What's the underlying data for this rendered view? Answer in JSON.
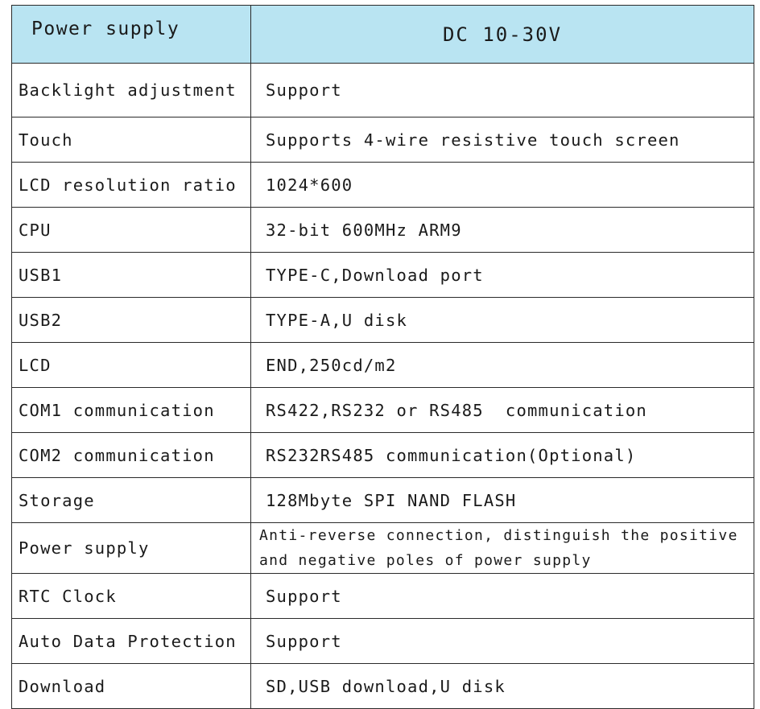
{
  "table": {
    "header": {
      "label": "Power supply",
      "value": "DC 10-30V"
    },
    "rows": [
      {
        "label": "Backlight adjustment",
        "value": "Support"
      },
      {
        "label": "Touch",
        "value": "Supports 4-wire resistive touch screen"
      },
      {
        "label": "LCD resolution ratio",
        "value": "1024*600"
      },
      {
        "label": "CPU",
        "value": "32-bit 600MHz ARM9"
      },
      {
        "label": "USB1",
        "value": "TYPE-C,Download port"
      },
      {
        "label": "USB2",
        "value": "TYPE-A,U disk"
      },
      {
        "label": "LCD",
        "value": "END,250cd/m2"
      },
      {
        "label": "COM1 communication",
        "value": "RS422,RS232 or RS485  communication"
      },
      {
        "label": "COM2 communication",
        "value": "RS232RS485 communication(Optional)"
      },
      {
        "label": "Storage",
        "value": "128Mbyte SPI NAND FLASH"
      },
      {
        "label": "Power supply",
        "value_line1": "Anti-reverse connection, distinguish the positive",
        "value_line2": "and negative poles of power supply"
      },
      {
        "label": "RTC Clock",
        "value": "Support"
      },
      {
        "label": "Auto Data Protection",
        "value": "Support"
      },
      {
        "label": "Download",
        "value": "SD,USB download,U disk"
      }
    ]
  },
  "colors": {
    "header_background": "#b9e4f2",
    "border": "#2a2a2a",
    "text": "#1a1a1a"
  }
}
